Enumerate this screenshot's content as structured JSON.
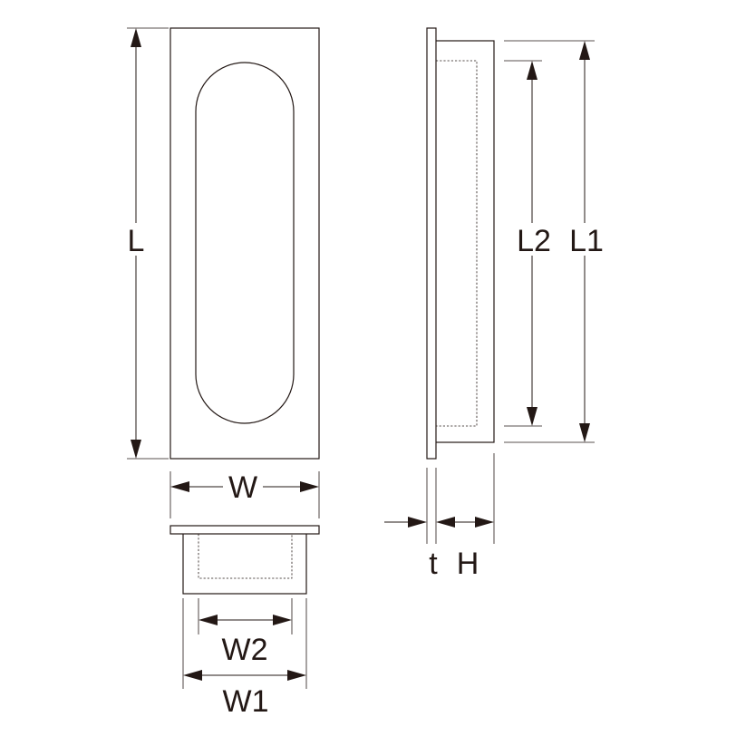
{
  "labels": {
    "L": "L",
    "W": "W",
    "L1": "L1",
    "L2": "L2",
    "t": "t",
    "H": "H",
    "W1": "W1",
    "W2": "W2"
  },
  "colors": {
    "line": "#231815",
    "background": "#ffffff"
  }
}
